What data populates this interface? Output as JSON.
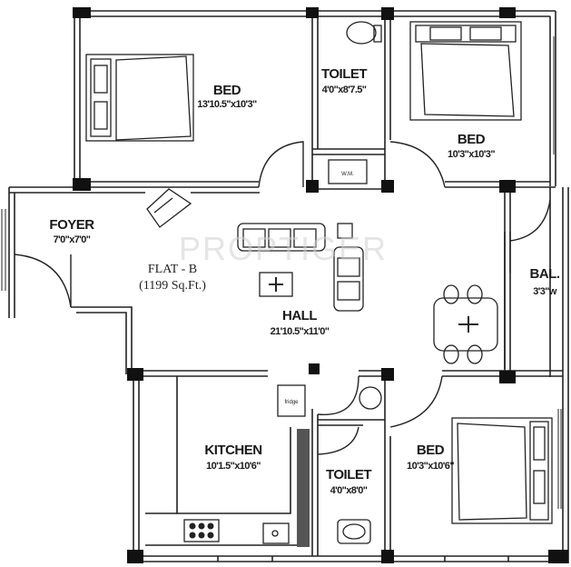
{
  "plan": {
    "flat_name": "FLAT - B",
    "flat_area": "(1199 Sq.Ft.)",
    "watermark": "PROPTIGER",
    "rooms": {
      "bed1": {
        "name": "BED",
        "dim": "13'10.5\"x10'3\""
      },
      "toilet1": {
        "name": "TOILET",
        "dim": "4'0\"x8'7.5\""
      },
      "bed2": {
        "name": "BED",
        "dim": "10'3\"x10'3\""
      },
      "foyer": {
        "name": "FOYER",
        "dim": "7'0\"x7'0\""
      },
      "hall": {
        "name": "HALL",
        "dim": "21'10.5\"x11'0\""
      },
      "balcony": {
        "name": "BAL.",
        "dim": "3'3\"w"
      },
      "kitchen": {
        "name": "KITCHEN",
        "dim": "10'1.5\"x10'6\""
      },
      "toilet2": {
        "name": "TOILET",
        "dim": "4'0\"x8'0\""
      },
      "bed3": {
        "name": "BED",
        "dim": "10'3\"x10'6\""
      }
    },
    "fixtures": {
      "washing_machine": "W.M.",
      "fridge": "fridge"
    }
  }
}
